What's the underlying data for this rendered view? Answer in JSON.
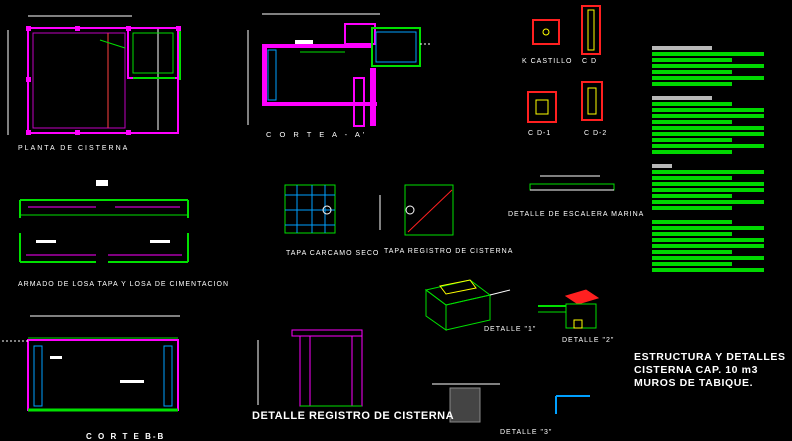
{
  "labels": {
    "planta_cisterna": "PLANTA DE CISTERNA",
    "corte_aa": "C O R T E   A - A'",
    "k_castillo": "K CASTILLO",
    "cd": "C D",
    "cd1": "C D-1",
    "cd2": "C D-2",
    "armado_losa": "ARMADO DE LOSA TAPA Y LOSA DE CIMENTACION",
    "tapa_carcamo": "TAPA CARCAMO SECO",
    "tapa_registro": "TAPA REGISTRO DE CISTERNA",
    "detalle_escalera": "DETALLE DE ESCALERA MARINA",
    "detalle_1": "DETALLE \"1\"",
    "detalle_2": "DETALLE \"2\"",
    "detalle_3": "DETALLE \"3\"",
    "corte_bb": "C O R T E  B-B",
    "detalle_registro": "DETALLE REGISTRO DE CISTERNA"
  },
  "title_block": {
    "text": "ESTRUCTURA Y DETALLES\nCISTERNA CAP. 10 m3\nMUROS DE TABIQUE."
  },
  "colors": {
    "background": "#000000",
    "wall": "#ff00ff",
    "rebar": "#00e000",
    "dimension": "#ffffff",
    "detail": "#ff2020",
    "section": "#00a0ff",
    "accent": "#ffff00"
  }
}
